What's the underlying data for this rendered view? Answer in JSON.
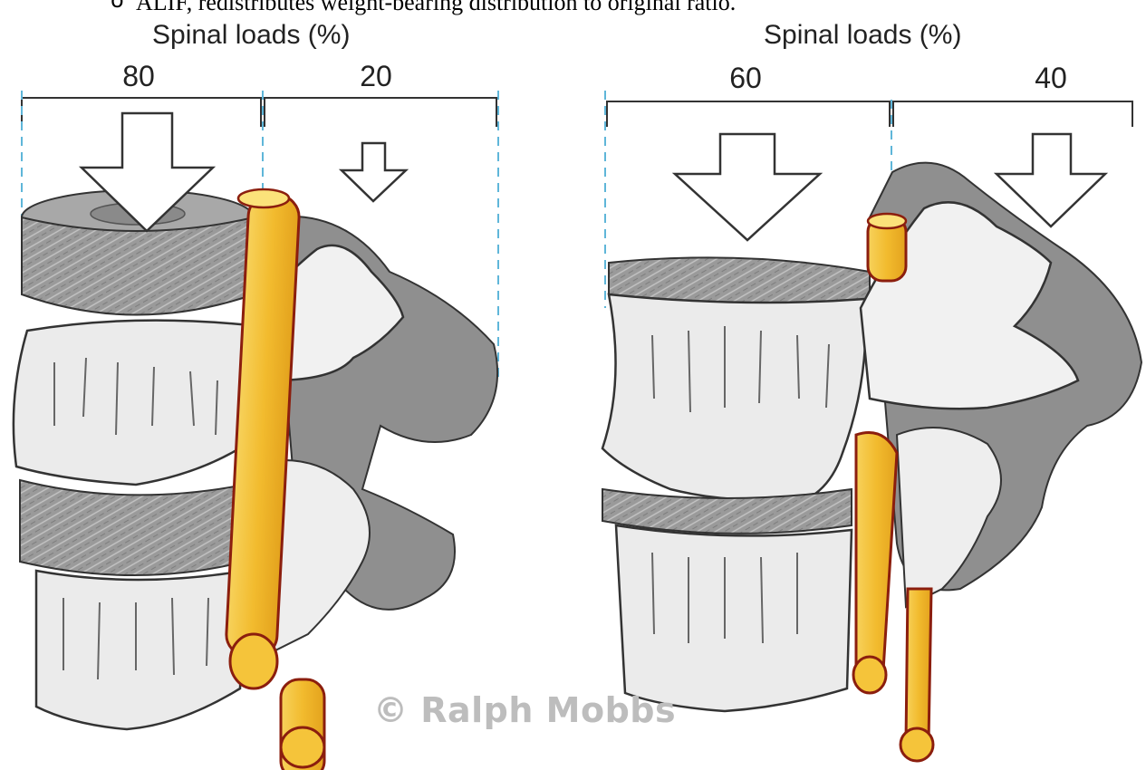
{
  "document": {
    "bullet": "o",
    "caption_line": "ALIF, redistributes weight-bearing distribution to original ratio."
  },
  "left_panel": {
    "title": "Spinal loads (%)",
    "anterior_load": "80",
    "posterior_load": "20"
  },
  "right_panel": {
    "title": "Spinal loads (%)",
    "anterior_load": "60",
    "posterior_load": "40"
  },
  "watermark": "© Ralph Mobbs",
  "colors": {
    "bone": "#ebebeb",
    "disc": "#9a9a9a",
    "posterior_element": "#8f8f8f",
    "nerve": "#f5c43a",
    "nerve_outline": "#8b1e0e",
    "guide_line": "#5fb6d9"
  }
}
